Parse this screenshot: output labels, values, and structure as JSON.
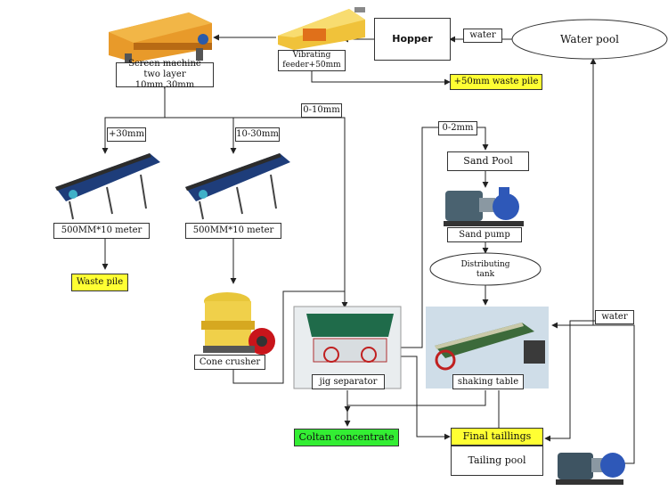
{
  "nodes": {
    "screen_machine": "Screen machine\ntwo layer 10mm,30mm",
    "vibrating_feeder": "Vibrating\nfeeder+50mm",
    "hopper": "Hopper",
    "water_pool": "Water pool",
    "waste_pile_50": "+50mm waste pile",
    "conveyor_left": "500MM*10 meter",
    "conveyor_right": "500MM*10 meter",
    "waste_pile": "Waste pile",
    "cone_crusher": "Cone crusher",
    "jig_separator": "jig separator",
    "sand_pool": "Sand Pool",
    "sand_pump": "Sand pump",
    "distributing_tank": "Distributing\ntank",
    "shaking_table": "shaking table",
    "coltan_concentrate": "Coltan concentrate",
    "final_taillings": "Final taillings",
    "tailing_pool": "Tailing pool"
  },
  "edge_labels": {
    "water_top": "water",
    "plus30": "+30mm",
    "range10_30": "10-30mm",
    "range0_10": "0-10mm",
    "range0_2": "0-2mm",
    "water_right": "water"
  },
  "colors": {
    "highlight_yellow": "#ffff33",
    "highlight_green": "#33ee33"
  }
}
